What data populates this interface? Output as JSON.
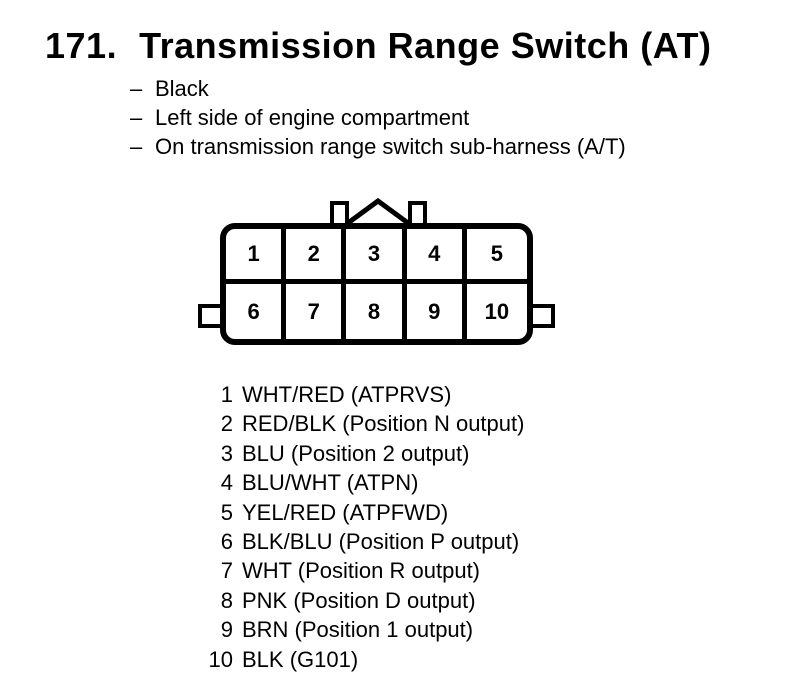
{
  "page": {
    "background": "#ffffff",
    "text_color": "#000000"
  },
  "title": {
    "number": "171.",
    "text": "Transmission Range Switch (AT)"
  },
  "notes": {
    "marker": "–",
    "items": [
      "Black",
      "Left side of engine compartment",
      "On transmission range switch sub-harness (A/T)"
    ]
  },
  "connector": {
    "rows": [
      [
        "1",
        "2",
        "3",
        "4",
        "5"
      ],
      [
        "6",
        "7",
        "8",
        "9",
        "10"
      ]
    ]
  },
  "pins": [
    {
      "num": "1",
      "label": "WHT/RED (ATPRVS)"
    },
    {
      "num": "2",
      "label": "RED/BLK (Position N output)"
    },
    {
      "num": "3",
      "label": "BLU (Position 2 output)"
    },
    {
      "num": "4",
      "label": "BLU/WHT (ATPN)"
    },
    {
      "num": "5",
      "label": "YEL/RED (ATPFWD)"
    },
    {
      "num": "6",
      "label": "BLK/BLU (Position P output)"
    },
    {
      "num": "7",
      "label": "WHT (Position R output)"
    },
    {
      "num": "8",
      "label": "PNK (Position D output)"
    },
    {
      "num": "9",
      "label": "BRN (Position 1 output)"
    },
    {
      "num": "10",
      "label": "BLK (G101)"
    }
  ]
}
